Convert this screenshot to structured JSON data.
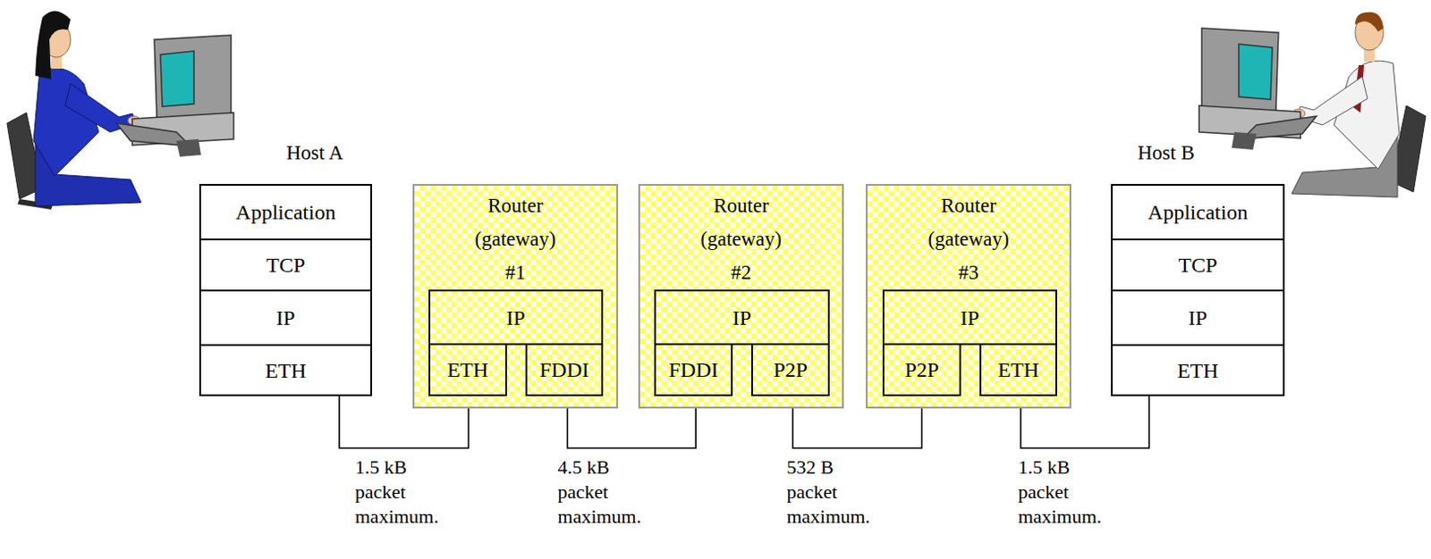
{
  "diagram": {
    "nodes": [
      {
        "text": [
          "Host A"
        ]
      },
      {
        "text": [
          "Application"
        ],
        "in": 0
      },
      {
        "text": [
          "TCP"
        ],
        "in": 0
      },
      {
        "text": [
          "IP"
        ],
        "in": 0
      },
      {
        "text": [
          "ETH"
        ],
        "in": 0
      },
      {
        "text": [
          "Router (gateway) #1"
        ]
      },
      {
        "text": [
          "IP"
        ],
        "in": 5
      },
      {
        "text": [
          "ETH"
        ],
        "in": 5
      },
      {
        "text": [
          "FDDI"
        ],
        "in": 5
      },
      {
        "text": [
          "Router (gateway) #2"
        ]
      },
      {
        "text": [
          "IP"
        ],
        "in": 9
      },
      {
        "text": [
          "FDDI"
        ],
        "in": 9
      },
      {
        "text": [
          "P2P"
        ],
        "in": 9
      },
      {
        "text": [
          "Router (gateway) #3"
        ]
      },
      {
        "text": [
          "IP"
        ],
        "in": 13
      },
      {
        "text": [
          "P2P"
        ],
        "in": 13
      },
      {
        "text": [
          "ETH"
        ],
        "in": 13
      },
      {
        "text": [
          "Host B"
        ]
      },
      {
        "text": [
          "Application"
        ],
        "in": 17
      },
      {
        "text": [
          "TCP"
        ],
        "in": 17
      },
      {
        "text": [
          "IP"
        ],
        "in": 17
      },
      {
        "text": [
          "ETH"
        ],
        "in": 17
      }
    ],
    "edges": [
      {
        "from": 4,
        "to": 7,
        "arrow": "none",
        "label": "1.5 kB packet maximum."
      },
      {
        "from": 8,
        "to": 11,
        "arrow": "none",
        "label": "4.5 kB packet maximum."
      },
      {
        "from": 12,
        "to": 15,
        "arrow": "none",
        "label": "532 B packet maximum."
      },
      {
        "from": 16,
        "to": 21,
        "arrow": "none",
        "label": "1.5 kB packet maximum."
      }
    ]
  }
}
